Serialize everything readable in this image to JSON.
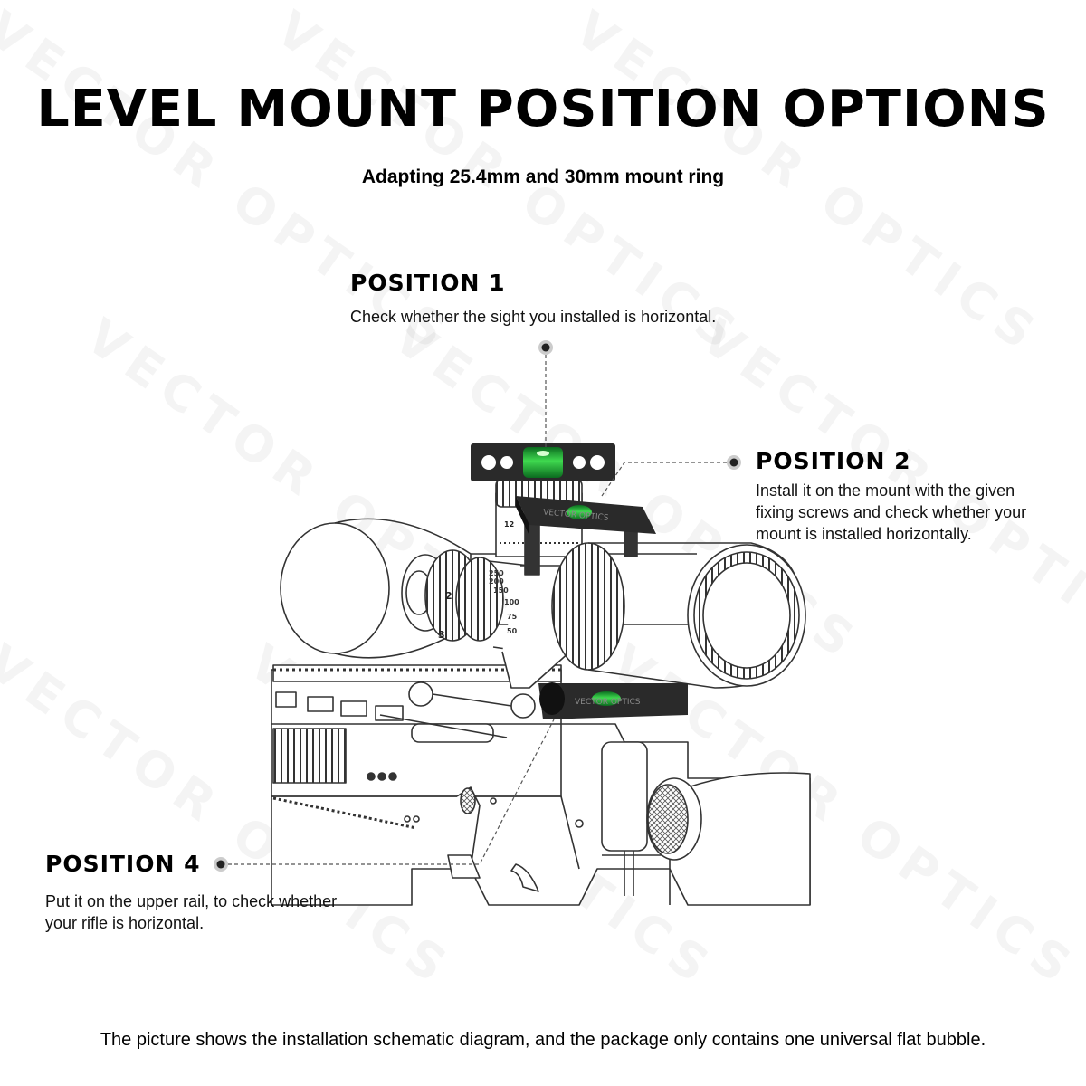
{
  "header": {
    "title": "LEVEL MOUNT POSITION OPTIONS",
    "subtitle": "Adapting 25.4mm and 30mm mount ring"
  },
  "watermark": {
    "text": "VECTOR OPTICS"
  },
  "positions": [
    {
      "label": "POSITION 1",
      "description": "Check whether the sight you installed is horizontal."
    },
    {
      "label": "POSITION 2",
      "description_lines": [
        "Install it on the mount with the given",
        "fixing screws and check whether your",
        "mount is installed horizontally."
      ]
    },
    {
      "label": "POSITION 4",
      "description_lines": [
        "Put it on the upper rail, to check whether",
        "your rifle is horizontal."
      ]
    }
  ],
  "diagram": {
    "level_brand": "VECTOR OPTICS",
    "dial_marks": [
      "250",
      "200",
      "150",
      "100",
      "75",
      "50"
    ],
    "turret_numbers": [
      "2",
      "3"
    ],
    "scale_number": "12",
    "colors": {
      "bubble_green": "#1fae3a",
      "bubble_dark": "#0b6b1f",
      "level_body": "#2a2a2a",
      "line": "#333333"
    }
  },
  "footer": {
    "note": "The picture shows the installation schematic diagram, and the package only contains one universal flat bubble."
  }
}
